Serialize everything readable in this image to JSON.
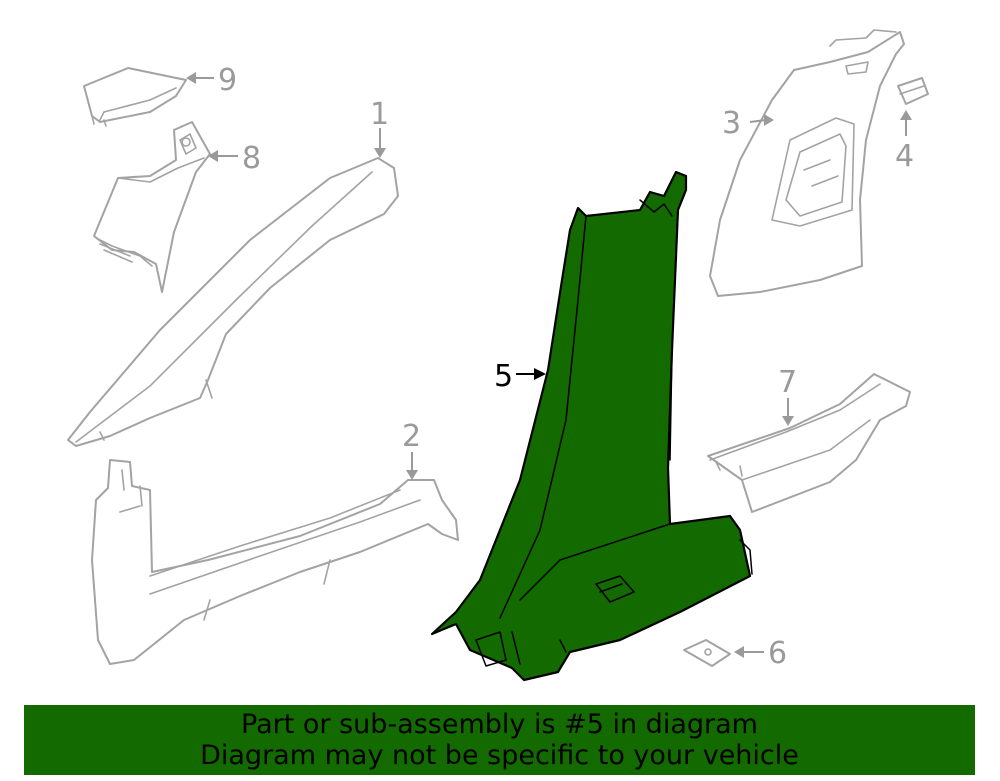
{
  "diagram": {
    "callouts": {
      "c1": "1",
      "c2": "2",
      "c3": "3",
      "c4": "4",
      "c5": "5",
      "c6": "6",
      "c7": "7",
      "c8": "8",
      "c9": "9"
    },
    "highlighted_part": "5",
    "highlight_color": "#136b00"
  },
  "banner": {
    "line1": "Part or sub-assembly is #5 in diagram",
    "line2": "Diagram may not be specific to your vehicle",
    "background": "#136b00"
  }
}
